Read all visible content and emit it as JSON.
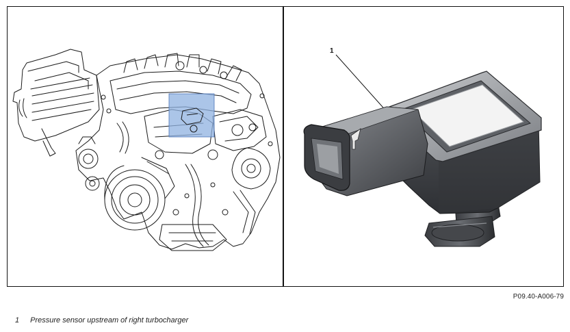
{
  "figure": {
    "code": "P09.40-A006-79",
    "highlight_color": "#8fb1e0",
    "callouts": [
      {
        "number": "1"
      }
    ]
  },
  "legend": [
    {
      "number": "1",
      "text": "Pressure sensor upstream of right turbocharger"
    }
  ]
}
